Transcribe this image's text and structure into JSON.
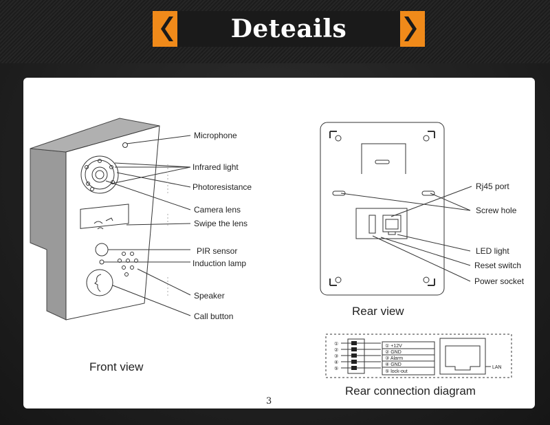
{
  "header": {
    "title": "Deteails"
  },
  "front": {
    "caption": "Front view",
    "labels": {
      "microphone": "Microphone",
      "infrared": "Infrared light",
      "photoresistance": "Photoresistance",
      "camera": "Camera lens",
      "swipe": "Swipe the lens",
      "pir": "PIR sensor",
      "induction": "Induction lamp",
      "speaker": "Speaker",
      "call": "Call button"
    }
  },
  "rear": {
    "caption": "Rear view",
    "labels": {
      "rj45": "Rj45 port",
      "screw": "Screw hole",
      "led": "LED light",
      "reset": "Reset switch",
      "power": "Power socket"
    }
  },
  "connection": {
    "caption": "Rear connection diagram",
    "pins": [
      "①",
      "②",
      "③",
      "④",
      "⑤"
    ],
    "rows": [
      "① +12V",
      "② GND",
      "③ Alarm",
      "④ GND",
      "⑤ lock-out"
    ],
    "lan": "LAN"
  },
  "page_number": "3"
}
